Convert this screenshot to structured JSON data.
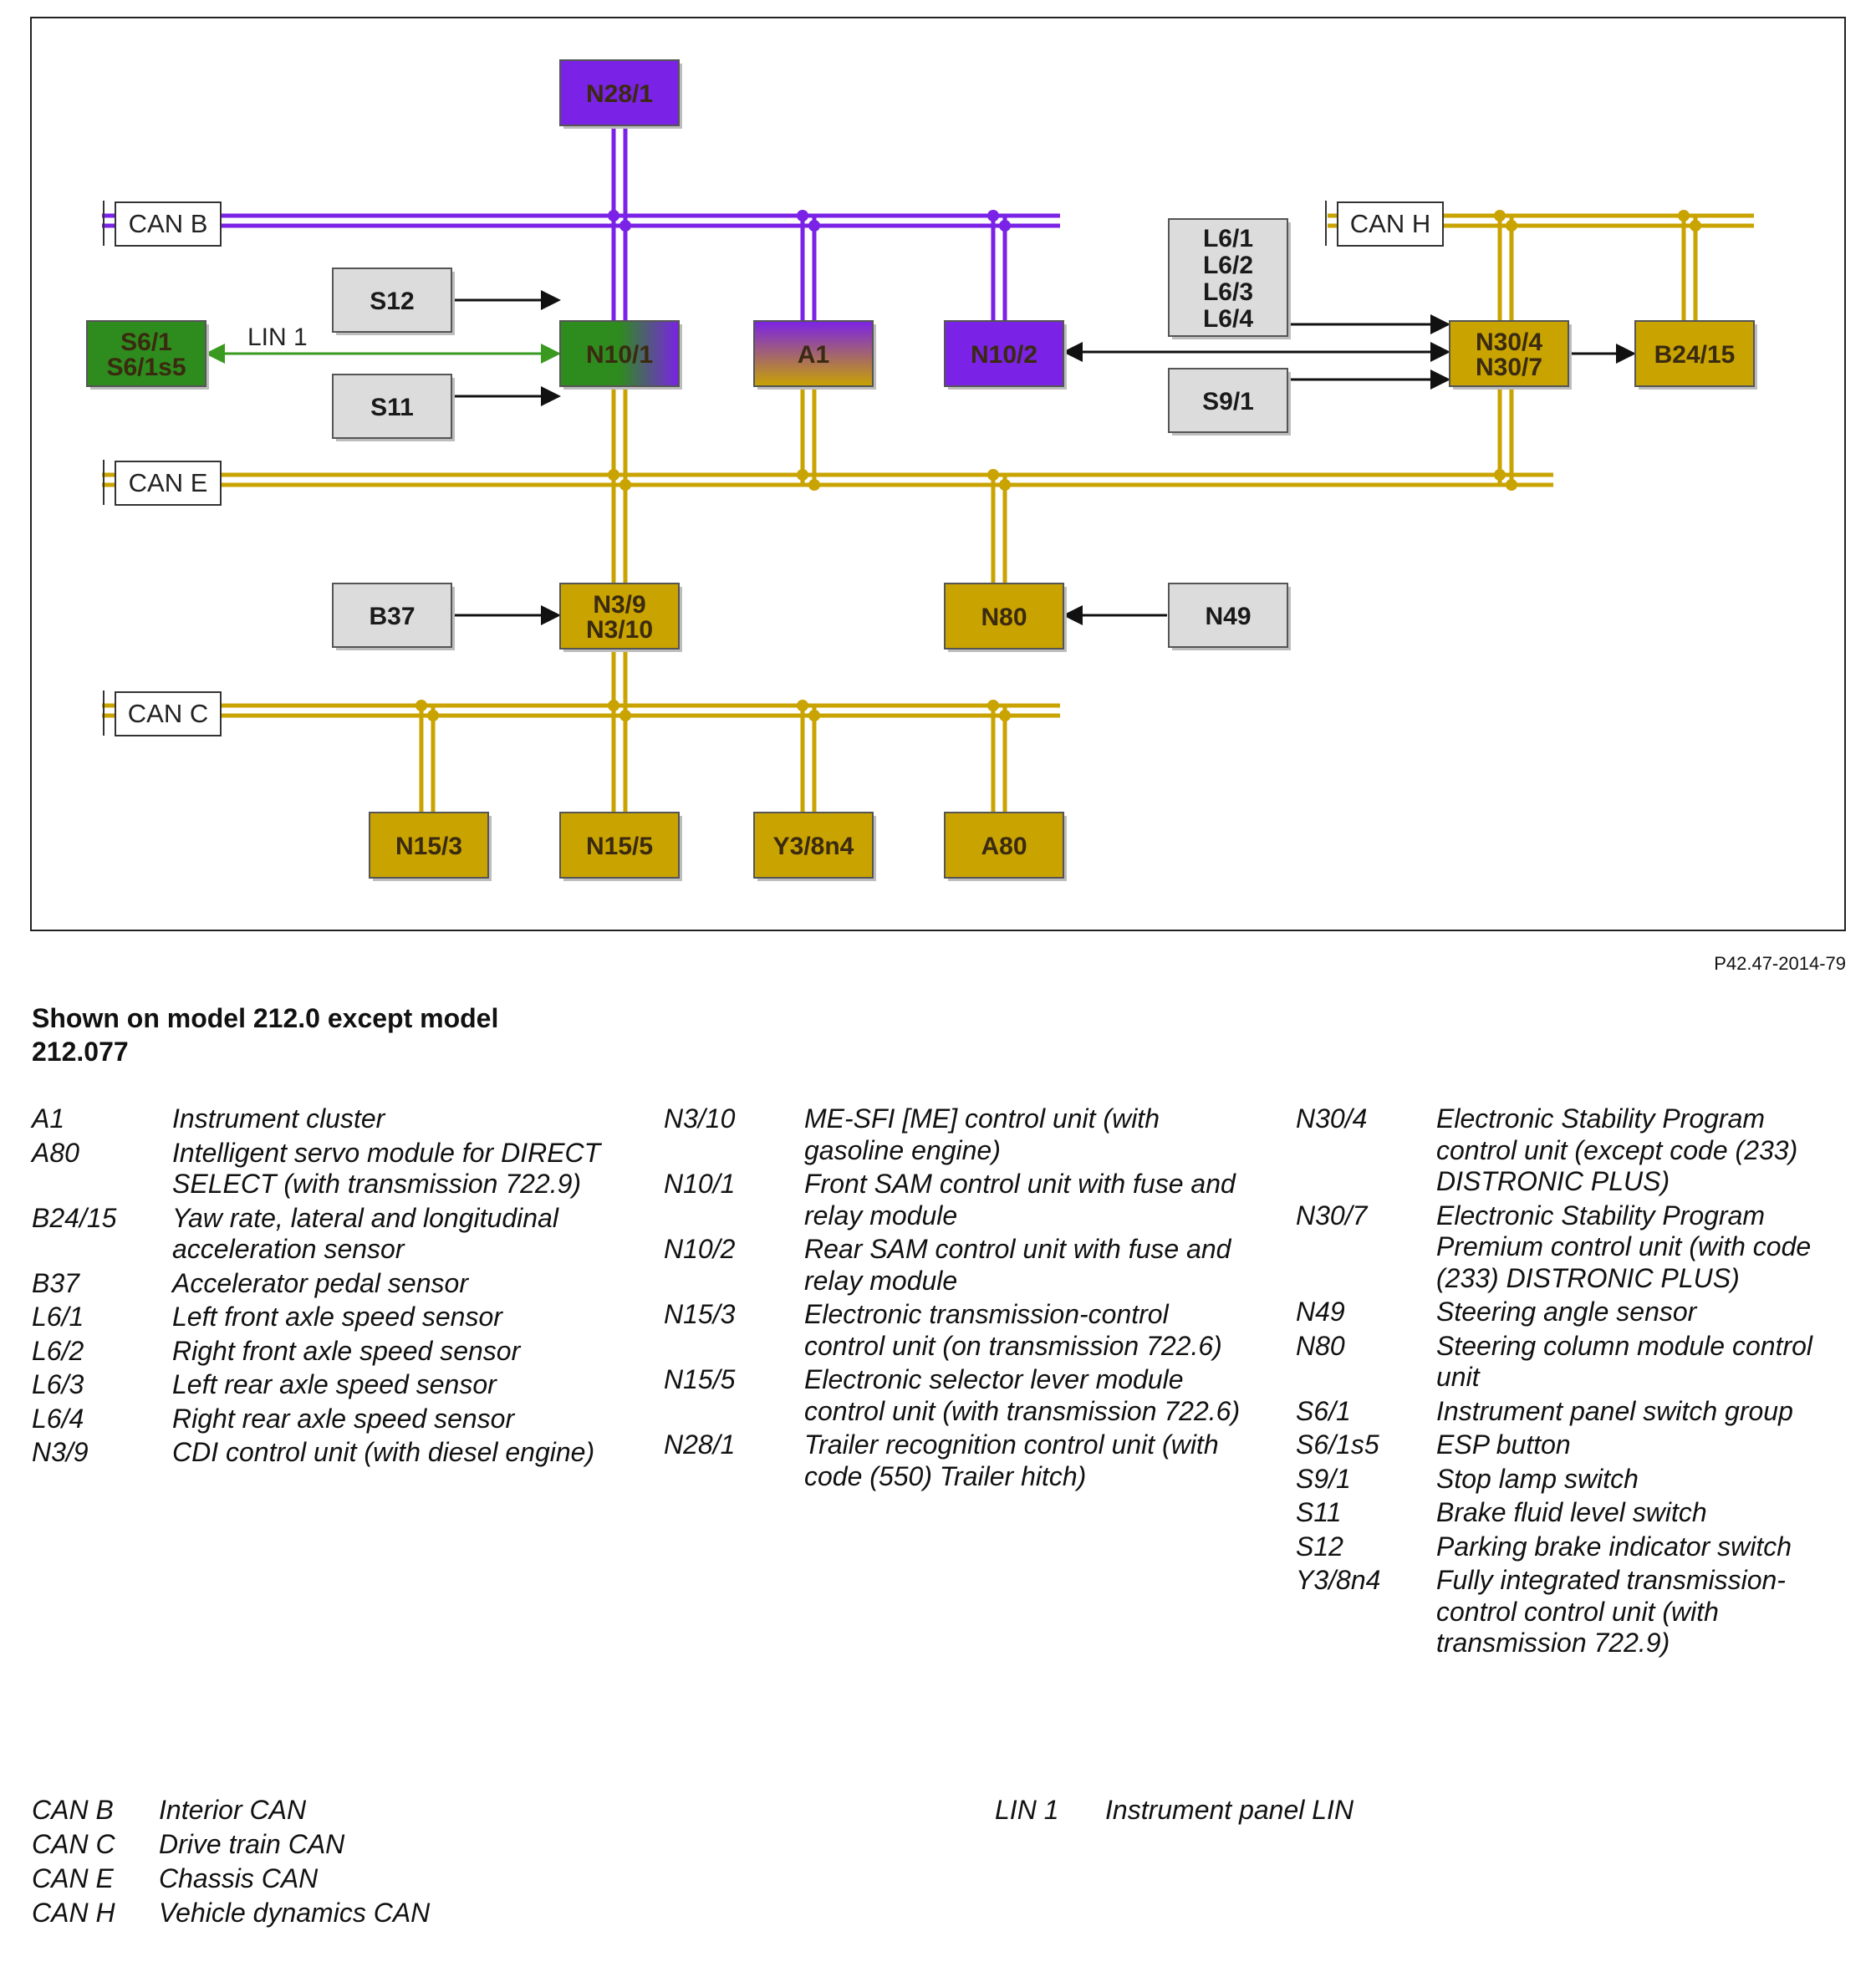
{
  "diagram": {
    "buses": [
      {
        "id": "can_b",
        "label": "CAN B",
        "color": "#7a22e6"
      },
      {
        "id": "can_e",
        "label": "CAN E",
        "color": "#c9a300"
      },
      {
        "id": "can_c",
        "label": "CAN C",
        "color": "#c9a300"
      },
      {
        "id": "can_h",
        "label": "CAN H",
        "color": "#c9a300"
      }
    ],
    "lin_label": "LIN 1",
    "lin_color": "#3a9a20",
    "nodes": [
      {
        "id": "N28/1",
        "lines": [
          "N28/1"
        ],
        "fill": "purple"
      },
      {
        "id": "S12",
        "lines": [
          "S12"
        ],
        "fill": "gray"
      },
      {
        "id": "S11",
        "lines": [
          "S11"
        ],
        "fill": "gray"
      },
      {
        "id": "S6/1",
        "lines": [
          "S6/1",
          "S6/1s5"
        ],
        "fill": "green"
      },
      {
        "id": "N10/1",
        "lines": [
          "N10/1"
        ],
        "fill": "gradient-green-purple"
      },
      {
        "id": "A1",
        "lines": [
          "A1"
        ],
        "fill": "gradient-purple-gold"
      },
      {
        "id": "N10/2",
        "lines": [
          "N10/2"
        ],
        "fill": "purple"
      },
      {
        "id": "L6",
        "lines": [
          "L6/1",
          "L6/2",
          "L6/3",
          "L6/4"
        ],
        "fill": "gray"
      },
      {
        "id": "S9/1",
        "lines": [
          "S9/1"
        ],
        "fill": "gray"
      },
      {
        "id": "N30/4",
        "lines": [
          "N30/4",
          "N30/7"
        ],
        "fill": "gold"
      },
      {
        "id": "B24/15",
        "lines": [
          "B24/15"
        ],
        "fill": "gold"
      },
      {
        "id": "B37",
        "lines": [
          "B37"
        ],
        "fill": "gray"
      },
      {
        "id": "N3/9",
        "lines": [
          "N3/9",
          "N3/10"
        ],
        "fill": "gold"
      },
      {
        "id": "N80",
        "lines": [
          "N80"
        ],
        "fill": "gold"
      },
      {
        "id": "N49",
        "lines": [
          "N49"
        ],
        "fill": "gray"
      },
      {
        "id": "N15/3",
        "lines": [
          "N15/3"
        ],
        "fill": "gold"
      },
      {
        "id": "N15/5",
        "lines": [
          "N15/5"
        ],
        "fill": "gold"
      },
      {
        "id": "Y3/8n4",
        "lines": [
          "Y3/8n4"
        ],
        "fill": "gold"
      },
      {
        "id": "A80",
        "lines": [
          "A80"
        ],
        "fill": "gold"
      }
    ],
    "colors": {
      "purple": "#7a22e6",
      "gold": "#c9a300",
      "green": "#2e8b1e",
      "gray": "#dcdcdc",
      "box_border": "#555555",
      "arrow": "#111111"
    }
  },
  "reference": "P42.47-2014-79",
  "caption": "Shown on model 212.0 except model 212.077",
  "legend_columns": [
    [
      {
        "code": "A1",
        "desc": "Instrument cluster"
      },
      {
        "code": "A80",
        "desc": "Intelligent servo module for DIRECT SELECT (with transmission 722.9)"
      },
      {
        "code": "B24/15",
        "desc": "Yaw rate, lateral and longitudinal acceleration sensor"
      },
      {
        "code": "B37",
        "desc": "Accelerator pedal sensor"
      },
      {
        "code": "L6/1",
        "desc": "Left front axle speed sensor"
      },
      {
        "code": "L6/2",
        "desc": "Right front axle speed sensor"
      },
      {
        "code": "L6/3",
        "desc": "Left rear axle speed sensor"
      },
      {
        "code": "L6/4",
        "desc": "Right rear axle speed sensor"
      },
      {
        "code": "N3/9",
        "desc": "CDI control unit (with diesel engine)"
      }
    ],
    [
      {
        "code": "N3/10",
        "desc": "ME-SFI [ME] control unit (with gasoline engine)"
      },
      {
        "code": "N10/1",
        "desc": "Front SAM control unit with fuse and relay module"
      },
      {
        "code": "N10/2",
        "desc": "Rear SAM control unit with fuse and relay module"
      },
      {
        "code": "N15/3",
        "desc": "Electronic transmission-control control unit (on transmission 722.6)"
      },
      {
        "code": "N15/5",
        "desc": "Electronic selector lever module control unit (with transmission 722.6)"
      },
      {
        "code": "N28/1",
        "desc": "Trailer recognition control unit (with code (550) Trailer hitch)"
      }
    ],
    [
      {
        "code": "N30/4",
        "desc": "Electronic Stability Program control unit (except code (233) DISTRONIC PLUS)"
      },
      {
        "code": "N30/7",
        "desc": "Electronic Stability Program Premium control unit (with code (233) DISTRONIC PLUS)"
      },
      {
        "code": "N49",
        "desc": "Steering angle sensor"
      },
      {
        "code": "N80",
        "desc": "Steering column module control unit"
      },
      {
        "code": "S6/1",
        "desc": "Instrument panel switch group"
      },
      {
        "code": "S6/1s5",
        "desc": "ESP button"
      },
      {
        "code": "S9/1",
        "desc": "Stop lamp switch"
      },
      {
        "code": "S11",
        "desc": "Brake fluid level switch"
      },
      {
        "code": "S12",
        "desc": "Parking brake indicator switch"
      },
      {
        "code": "Y3/8n4",
        "desc": "Fully integrated transmission-control control unit (with transmission 722.9)"
      }
    ]
  ],
  "bus_legend": [
    {
      "code": "CAN B",
      "desc": "Interior CAN"
    },
    {
      "code": "CAN C",
      "desc": "Drive train CAN"
    },
    {
      "code": "CAN E",
      "desc": "Chassis CAN"
    },
    {
      "code": "CAN H",
      "desc": "Vehicle dynamics CAN"
    }
  ],
  "lin_legend": {
    "code": "LIN 1",
    "desc": "Instrument panel LIN"
  }
}
